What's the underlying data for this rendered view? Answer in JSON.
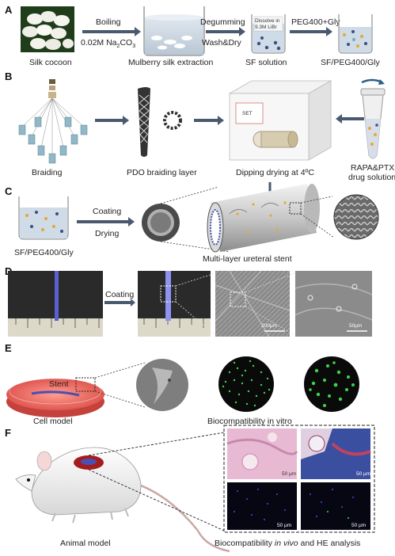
{
  "panels": {
    "a": "A",
    "b": "B",
    "c": "C",
    "d": "D",
    "e": "E",
    "f": "F"
  },
  "row_a": {
    "silk_cocoon": "Silk cocoon",
    "boiling": "Boiling",
    "na2co3_prefix": "0.02M Na",
    "na2co3_sub": "2",
    "na2co3_suffix": "CO",
    "na2co3_sub2": "3",
    "extraction": "Mulberry silk extraction",
    "degumming": "Degumming",
    "wash_dry": "Wash&Dry",
    "dissolve_line1": "Dissolve in",
    "dissolve_line2": "9.3M LiBr",
    "sf_solution": "SF solution",
    "peg_gly": "PEG400+Gly",
    "sf_peg": "SF/PEG400/Gly"
  },
  "row_b": {
    "braiding": "Braiding",
    "pdo_layer": "PDO braiding layer",
    "dipping": "Dipping drying at 4ºC",
    "drug_line1": "RAPA&PTX",
    "drug_line2": "drug solution",
    "oven_button": "SET"
  },
  "row_c": {
    "coating": "Coating",
    "drying": "Drying",
    "sf_peg": "SF/PEG400/Gly",
    "stent": "Multi-layer ureteral stent"
  },
  "row_d": {
    "coating": "Coating",
    "scale1": "200μm",
    "scale2": "50μm"
  },
  "row_e": {
    "stent": "Stent",
    "cell_model": "Cell model",
    "biocompat": "Biocompatibility in vitro"
  },
  "row_f": {
    "animal_model": "Animal model",
    "biocompat_prefix": "Biocompatibility ",
    "biocompat_italic": "in vivo",
    "biocompat_suffix": " and HE analysis",
    "scale": "50 μm"
  },
  "colors": {
    "arrow": "#4a5a6e",
    "he_pink": "#e8b9d2",
    "masson_blue": "#3b4fa0",
    "fluor_green": "#3fd24a",
    "culture_red": "#e8655e",
    "stent_blue": "#6b6fd8"
  }
}
